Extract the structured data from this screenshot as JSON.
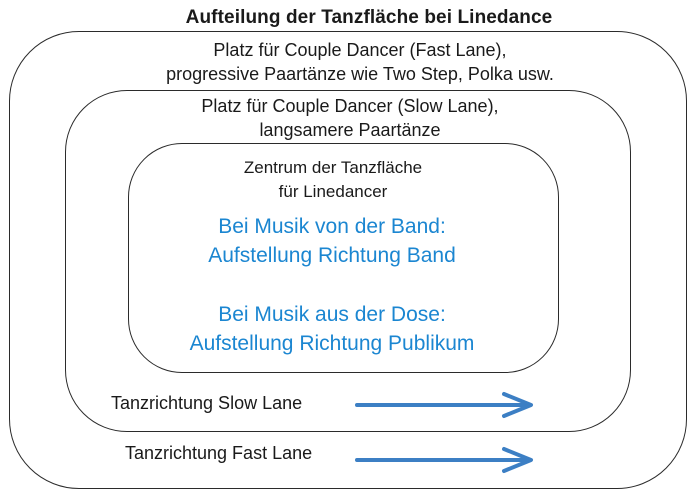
{
  "title": "Aufteilung der Tanzfläche bei Linedance",
  "zones": {
    "fast_lane": {
      "line1": "Platz für Couple Dancer (Fast Lane),",
      "line2": "progressive Paartänze wie Two Step, Polka usw."
    },
    "slow_lane": {
      "line1": "Platz für Couple Dancer (Slow Lane),",
      "line2": "langsamere Paartänze"
    },
    "center": {
      "line1": "Zentrum der Tanzfläche",
      "line2": "für Linedancer"
    }
  },
  "notes": {
    "band": {
      "line1": "Bei Musik von der Band:",
      "line2": "Aufstellung Richtung Band"
    },
    "dose": {
      "line1": "Bei Musik aus der Dose:",
      "line2": "Aufstellung Richtung Publikum"
    }
  },
  "directions": {
    "slow": "Tanzrichtung Slow Lane",
    "fast": "Tanzrichtung Fast Lane"
  },
  "colors": {
    "note_text": "#1b86d1",
    "arrow": "#3c7fc4",
    "border": "#2b2b2b"
  },
  "icons": {
    "direction_arrow": "arrow-right-icon"
  }
}
